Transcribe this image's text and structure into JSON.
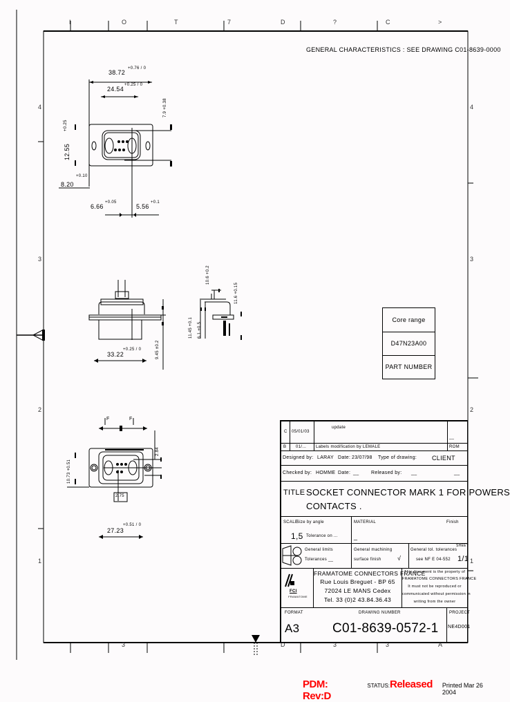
{
  "grid": {
    "top_columns": [
      "I",
      "O",
      "T",
      "7",
      "D",
      "?",
      "C",
      ">"
    ],
    "bottom_columns": [
      "",
      "3",
      "",
      "",
      "D",
      "3",
      "3",
      "A"
    ],
    "left_rows": [
      "4",
      "3",
      "2",
      "1"
    ],
    "right_rows": [
      "4",
      "3",
      "2",
      "1"
    ]
  },
  "header_note": "GENERAL CHARACTERISTICS : SEE DRAWING C01-8639-0000",
  "views": {
    "top_view": {
      "dim_overall": "38.72",
      "dim_overall_tol": "+0.76 / 0",
      "dim_inner": "24.54",
      "dim_inner_tol": "+0.25 / 0",
      "dim_height": "12.55",
      "dim_height_tol": "+0.25",
      "dim_flange": "8.20",
      "dim_flange_tol": "+0.10",
      "dim_offset_left": "6.66",
      "dim_offset_left_tol": "+0.05",
      "dim_offset_right": "5.56",
      "dim_offset_right_tol": "+0.1",
      "dim_vertical_right": "7.9 +0.38"
    },
    "side_view": {
      "dim_width": "33.22",
      "dim_width_tol": "+0.25 / 0",
      "dim_right_vertical": "9.45 ±0.2",
      "dim_pin_a": "10.6 +0.2",
      "dim_pin_b": "11.6 +0.15",
      "dim_pin_c": "11.45 +0.1",
      "dim_pin_d": "6.1 +0.5"
    },
    "bottom_view": {
      "dim_top_label": "F",
      "dim_top_label_right": "F",
      "dim_vertical_left": "10.73 +0.51",
      "dim_vertical_right": "2.84",
      "dim_pitch": "2.75",
      "dim_width": "27.23",
      "dim_width_tol": "+0.51 / 0"
    }
  },
  "part_table": {
    "header": "Core range",
    "value": "D47N23A00",
    "label": "PART NUMBER"
  },
  "title_block": {
    "revisions": [
      {
        "rev": "C",
        "date": "05/01/03",
        "description": "update",
        "sig": "__"
      },
      {
        "rev": "B",
        "date": "01/...",
        "description": "Labels modification by LEMALE",
        "sig": "ROM"
      }
    ],
    "designed_by_label": "Designed by:",
    "designed_by": "LARAY",
    "designed_date_label": "Date:",
    "designed_date": "23/07/98",
    "drawing_type_label": "Type of drawing:",
    "drawing_type": "CLIENT",
    "checked_by_label": "Checked by:",
    "checked_by": "HOMME",
    "checked_date_label": "Date:",
    "checked_date": "__",
    "released_by_label": "Released by:",
    "released_by": "__",
    "released_date": "__",
    "title_label": "TITLE",
    "title_line1": "SOCKET CONNECTOR MARK 1 FOR POWERS",
    "title_line2": "CONTACTS .",
    "scale_label": "SCALE",
    "scale_sub": "Size by angle",
    "scale_value": "1,5",
    "scale_extra": "Tolerance on ...",
    "material_label": "MATERIAL",
    "material_value": "_",
    "finish_label": "Finish",
    "general_limits_label": "General limits",
    "tolerance_label": "Tolerances",
    "tolerance_value": "__",
    "machining_label": "General machining",
    "surface_label": "surface finish",
    "surface_value": "√",
    "general_tol_label": "General tol. tolerances",
    "general_tol_ref": "see NF E 04-552",
    "sheet_label": "SHEET",
    "sheet_value": "1/1",
    "company_logo": "FCI",
    "company_logo_sub": "FRAMATOME",
    "company_name": "FRAMATOME CONNECTORS FRANCE",
    "company_addr1": "Rue Louis Breguet - BP 65",
    "company_addr2": "72024 LE MANS Cedex",
    "company_tel": "Tel. 33 (0)2 43.84.36.43",
    "property_notice": [
      "This document is the property of",
      "FRAMATOME CONNECTORS FRANCE",
      "It must not be reproduced or",
      "communicated without permission in",
      "writing from the owner"
    ],
    "format_label": "FORMAT",
    "format_value": "A3",
    "drawing_no_label": "DRAWING NUMBER",
    "drawing_no": "C01-8639-0572-1",
    "project_label": "PROJECT",
    "project_value": "NE4D001"
  },
  "status_bar": {
    "pdm_label": "PDM: Rev:D",
    "status_label": "STATUS:",
    "status_value": "Released",
    "printed": "Printed Mar 26 2004",
    "accent_color": "#ff0000"
  }
}
